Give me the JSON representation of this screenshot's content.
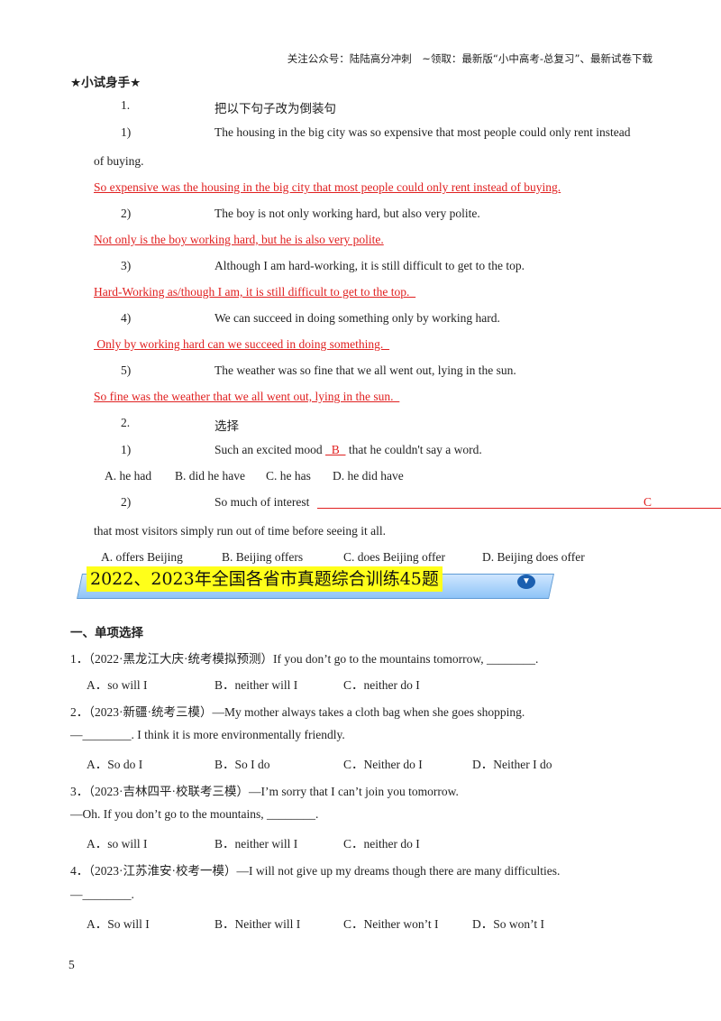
{
  "header": {
    "note": "关注公众号：陆陆高分冲刺　~领取：最新版“小中高考-总复习”、最新试卷下载"
  },
  "section_try": {
    "title": "★小试身手★"
  },
  "part1": {
    "number": "1.",
    "instruction": "把以下句子改为倒装句",
    "items": [
      {
        "num": "1)",
        "question": "The housing in the big city was so expensive that most people could only rent instead",
        "question_cont": "of buying.",
        "answer": "So expensive was the housing in the big city that most people could only rent instead of buying."
      },
      {
        "num": "2)",
        "question": "The boy is not only working hard, but also very polite.",
        "answer": "Not only is the boy working hard, but he is also very polite."
      },
      {
        "num": "3)",
        "question": "Although I am hard-working, it is still difficult to get to the top.",
        "answer": "Hard-Working as/though I am, it is still difficult to get to the top.  "
      },
      {
        "num": "4)",
        "question": "We can succeed in doing something only by working hard.",
        "answer": " Only by working hard can we succeed in doing something.  "
      },
      {
        "num": "5)",
        "question": "The weather was so fine that we all went out, lying in the sun.",
        "answer": "So fine was the weather that we all went out, lying in the sun.  "
      }
    ]
  },
  "part2": {
    "number": "2.",
    "instruction": "选择",
    "q1": {
      "num": "1)",
      "before": "Such an excited mood ",
      "answer": "  B  ",
      "after": " that he couldn't say a word.",
      "options": [
        "A. he had",
        "B. did he have",
        "C. he has",
        "D. he did have"
      ]
    },
    "q2": {
      "num": "2)",
      "before": "So much of interest",
      "answer": "C",
      "cont": "that most visitors simply run out of time before seeing it all.",
      "options": [
        "A. offers Beijing",
        "B. Beijing offers",
        "C. does Beijing offer",
        "D. Beijing does offer"
      ]
    }
  },
  "banner": {
    "title": "2022、2023年全国各省市真题综合训练45题"
  },
  "section1": {
    "title": "一、单项选择",
    "questions": [
      {
        "stem": "1．（2022·黑龙江大庆·统考模拟预测）If you don’t go to the mountains tomorrow, ________.",
        "options": [
          "A．so will I",
          "B．neither will I",
          "C．neither do I"
        ]
      },
      {
        "stem": "2．（2023·新疆·统考三模）—My mother always takes a cloth bag when she goes shopping.",
        "stem2": "—________. I think it is more environmentally friendly.",
        "options": [
          "A．So do I",
          "B．So I do",
          "C．Neither do I",
          "D．Neither I do"
        ]
      },
      {
        "stem": "3．（2023·吉林四平·校联考三模）—I’m sorry that I can’t join you tomorrow.",
        "stem2": "—Oh. If you don’t go to the mountains, ________.",
        "options": [
          "A．so will I",
          "B．neither will I",
          "C．neither do I"
        ]
      },
      {
        "stem": "4．（2023·江苏淮安·校考一模）—I will not give up my dreams though there are many difficulties.",
        "stem2": "—________.",
        "options": [
          "A．So will I",
          "B．Neither will I",
          "C．Neither won’t I",
          "D．So won’t I"
        ]
      }
    ]
  },
  "footer": {
    "page": "5"
  }
}
